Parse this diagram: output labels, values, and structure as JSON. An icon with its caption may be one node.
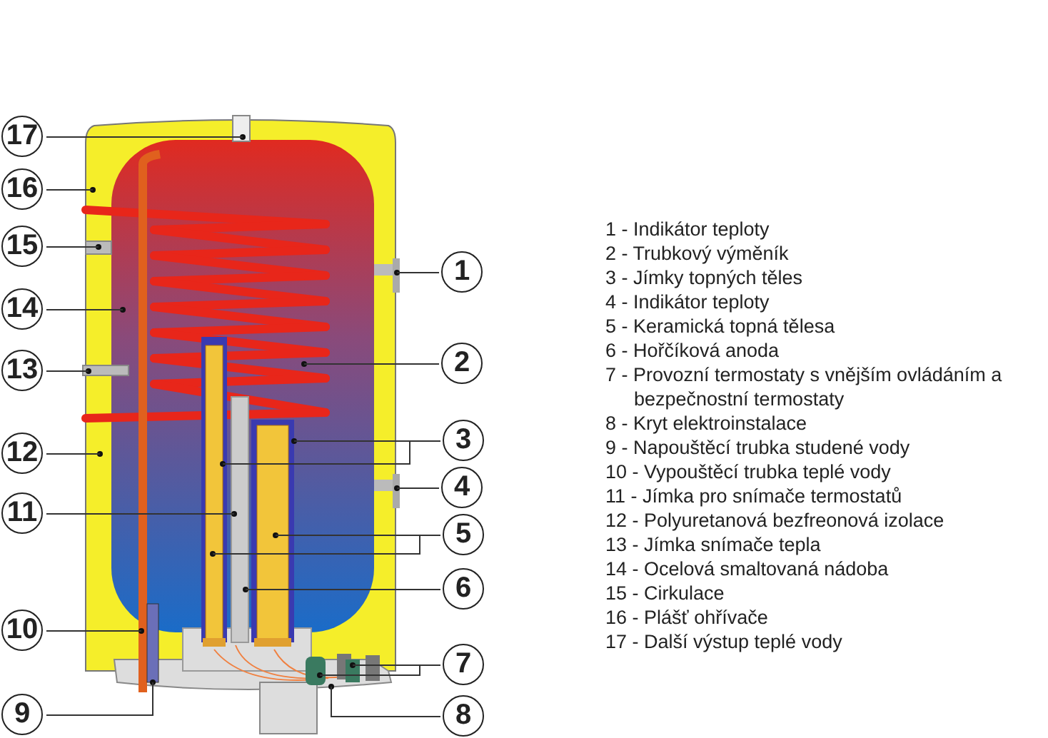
{
  "diagram": {
    "nodes": [
      {
        "text": [
          "17"
        ]
      },
      {
        "text": [
          "16"
        ]
      },
      {
        "text": [
          "15"
        ]
      },
      {
        "text": [
          "1"
        ]
      },
      {
        "text": [
          "14"
        ]
      },
      {
        "text": [
          "2"
        ]
      },
      {
        "text": [
          "13"
        ]
      },
      {
        "text": [
          "3"
        ]
      },
      {
        "text": [
          "12"
        ]
      },
      {
        "text": [
          "4"
        ]
      },
      {
        "text": [
          "11"
        ]
      },
      {
        "text": [
          "5"
        ]
      },
      {
        "text": [
          "6"
        ]
      },
      {
        "text": [
          "10"
        ]
      },
      {
        "text": [
          "7"
        ]
      },
      {
        "text": [
          "9"
        ]
      },
      {
        "text": [
          "8"
        ]
      }
    ],
    "edges": [
      {
        "from": 0,
        "to": null,
        "arrow": "none"
      },
      {
        "from": 1,
        "to": null,
        "arrow": "none"
      },
      {
        "from": 2,
        "to": null,
        "arrow": "none"
      },
      {
        "from": 3,
        "to": null,
        "arrow": "none"
      },
      {
        "from": 4,
        "to": null,
        "arrow": "none"
      },
      {
        "from": 5,
        "to": null,
        "arrow": "none"
      },
      {
        "from": 6,
        "to": null,
        "arrow": "none"
      },
      {
        "from": 7,
        "to": null,
        "arrow": "none"
      },
      {
        "from": 7,
        "to": null,
        "arrow": "none"
      },
      {
        "from": 8,
        "to": null,
        "arrow": "none"
      },
      {
        "from": 9,
        "to": null,
        "arrow": "none"
      },
      {
        "from": 10,
        "to": null,
        "arrow": "none"
      },
      {
        "from": 11,
        "to": null,
        "arrow": "none"
      },
      {
        "from": 11,
        "to": null,
        "arrow": "none"
      },
      {
        "from": 12,
        "to": null,
        "arrow": "none"
      },
      {
        "from": 13,
        "to": null,
        "arrow": "none"
      },
      {
        "from": 14,
        "to": null,
        "arrow": "none"
      },
      {
        "from": 14,
        "to": null,
        "arrow": "none"
      },
      {
        "from": 15,
        "to": null,
        "arrow": "none"
      },
      {
        "from": 16,
        "to": null,
        "arrow": "none"
      }
    ],
    "labels": [
      "1 - Indikátor teploty",
      "2 - Trubkový výměník",
      "3 - Jímky topných těles",
      "4 - Indikátor teploty",
      "5 - Keramická topná tělesa",
      "6 - Hořčíková anoda",
      "7 - Provozní termostaty s vnějším ovládáním a bezpečnostní termostaty",
      "8 - Kryt elektroinstalace",
      "9 - Napouštěcí trubka studené vody",
      "10 - Vypouštěcí trubka teplé vody",
      "11 - Jímka pro snímače termostatů",
      "12 - Polyuretanová bezfreonová izolace",
      "13 - Jímka snímače tepla",
      "14 - Ocelová smaltovaná nádoba",
      "15 - Cirkulace",
      "16 - Plášť ohřívače",
      "17 - Další výstup teplé vody"
    ]
  }
}
